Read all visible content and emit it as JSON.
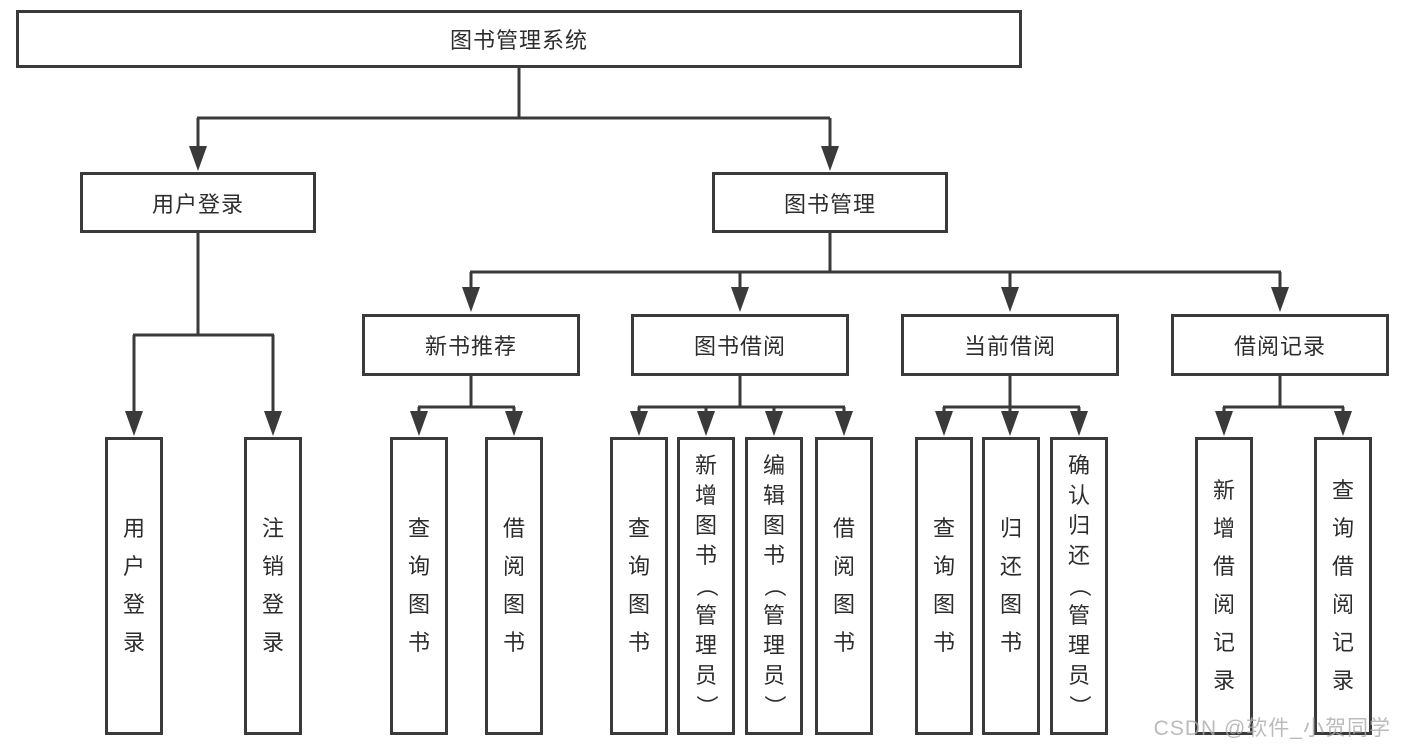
{
  "diagram": {
    "root": {
      "label": "图书管理系统"
    },
    "level2": [
      {
        "id": "user-login",
        "label": "用户登录"
      },
      {
        "id": "book-management",
        "label": "图书管理"
      }
    ],
    "level3": [
      {
        "id": "new-book-recommend",
        "label": "新书推荐",
        "parent": "图书管理"
      },
      {
        "id": "book-borrow",
        "label": "图书借阅",
        "parent": "图书管理"
      },
      {
        "id": "current-borrow",
        "label": "当前借阅",
        "parent": "图书管理"
      },
      {
        "id": "borrow-record",
        "label": "借阅记录",
        "parent": "图书管理"
      }
    ],
    "leaves": [
      {
        "parent": "用户登录",
        "label": "用户登录"
      },
      {
        "parent": "用户登录",
        "label": "注销登录"
      },
      {
        "parent": "新书推荐",
        "label": "查询图书"
      },
      {
        "parent": "新书推荐",
        "label": "借阅图书"
      },
      {
        "parent": "图书借阅",
        "label": "查询图书"
      },
      {
        "parent": "图书借阅",
        "label": "新增图书（管理员）"
      },
      {
        "parent": "图书借阅",
        "label": "编辑图书（管理员）"
      },
      {
        "parent": "图书借阅",
        "label": "借阅图书"
      },
      {
        "parent": "当前借阅",
        "label": "查询图书"
      },
      {
        "parent": "当前借阅",
        "label": "归还图书"
      },
      {
        "parent": "当前借阅",
        "label": "确认归还（管理员）"
      },
      {
        "parent": "借阅记录",
        "label": "新增借阅记录"
      },
      {
        "parent": "借阅记录",
        "label": "查询借阅记录"
      }
    ],
    "watermark": "CSDN @软件_小贺同学",
    "colors": {
      "line": "#3a3a3a",
      "text": "#2d2d2d",
      "watermark": "#ababab",
      "background": "#ffffff"
    }
  }
}
